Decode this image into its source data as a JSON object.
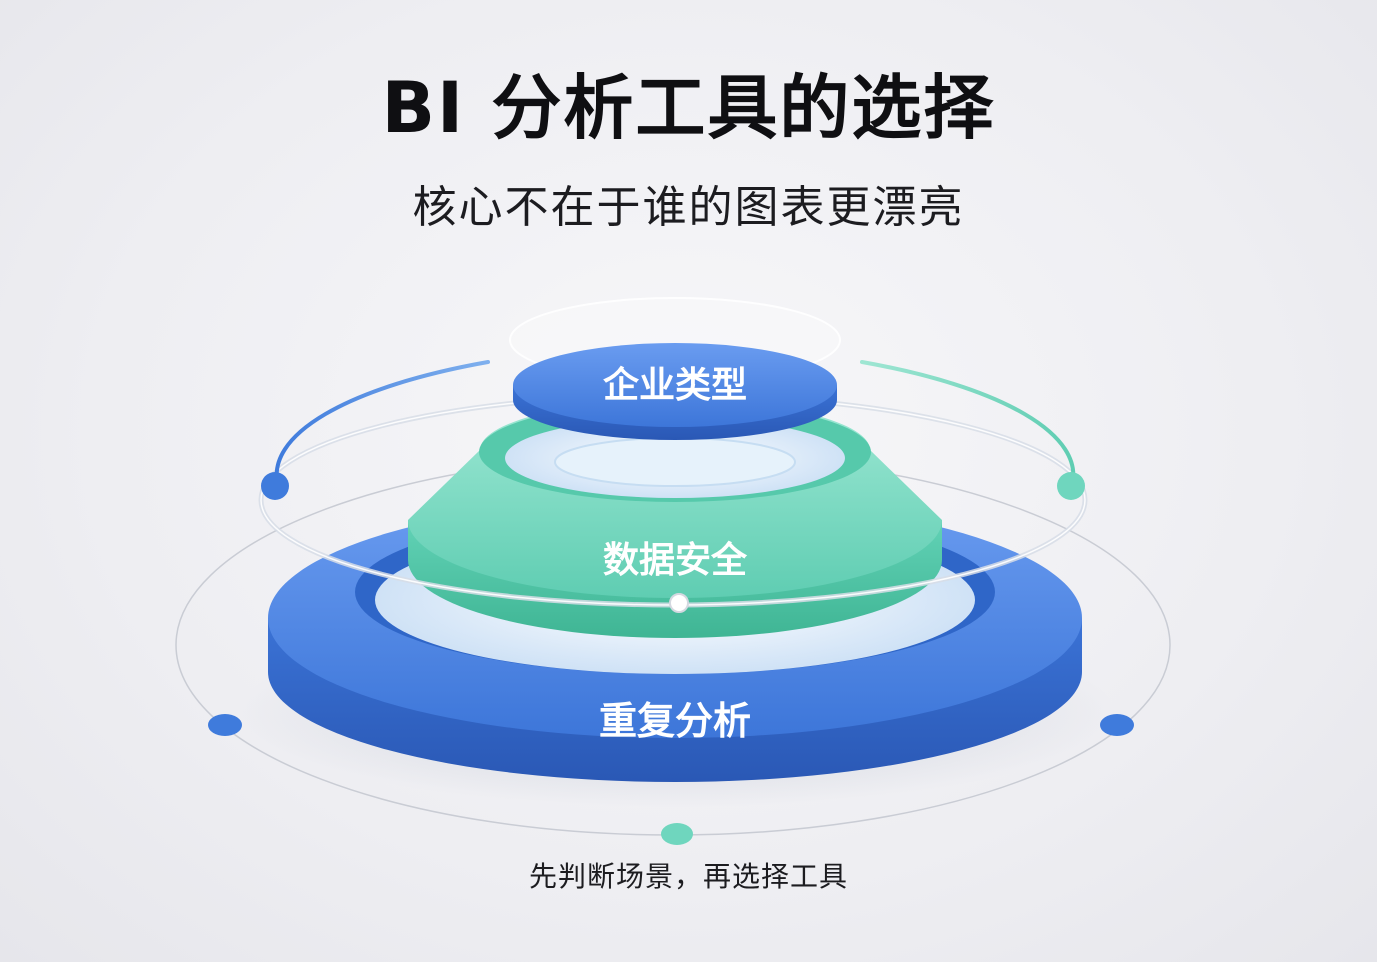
{
  "title": "BI 分析工具的选择",
  "subtitle": "核心不在于谁的图表更漂亮",
  "footer": "先判断场景，再选择工具",
  "layers": [
    {
      "label": "企业类型",
      "tier": "top"
    },
    {
      "label": "数据安全",
      "tier": "middle"
    },
    {
      "label": "重复分析",
      "tier": "bottom"
    }
  ],
  "colors": {
    "blue": "#3f7bdc",
    "blue_dark": "#2f62c0",
    "teal": "#6fd6be",
    "teal_dark": "#4dbf9f",
    "background": "#eeeef2",
    "title": "#0f0f12"
  }
}
